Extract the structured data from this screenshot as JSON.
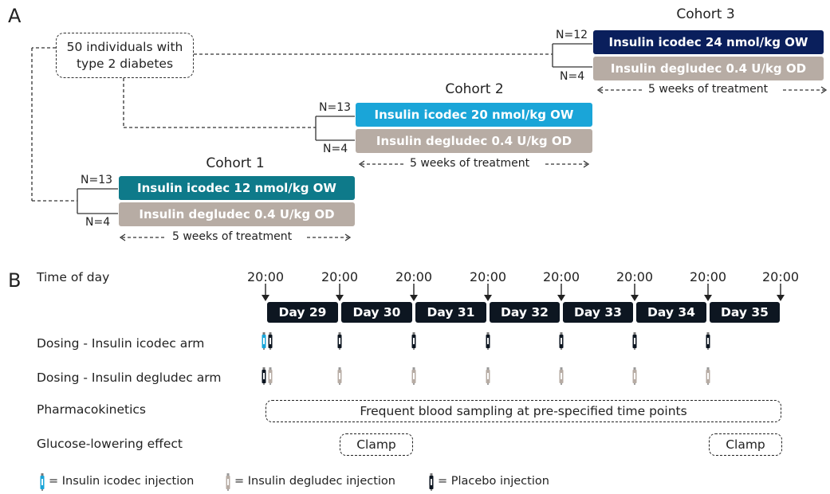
{
  "panel_a": {
    "letter": "A",
    "start_box": {
      "line1": "50 individuals with",
      "line2": "type 2 diabetes"
    },
    "cohorts": [
      {
        "title": "Cohort 1",
        "icodec_n": "N=13",
        "degludec_n": "N=4",
        "icodec_label": "Insulin icodec 12 nmol/kg OW",
        "icodec_color": "#0e7a8a",
        "degludec_label": "Insulin degludec 0.4 U/kg OD",
        "degludec_color": "#b7aca4",
        "weeks": "5 weeks of treatment"
      },
      {
        "title": "Cohort 2",
        "icodec_n": "N=13",
        "degludec_n": "N=4",
        "icodec_label": "Insulin icodec 20 nmol/kg OW",
        "icodec_color": "#1aa5d8",
        "degludec_label": "Insulin degludec 0.4 U/kg OD",
        "degludec_color": "#b7aca4",
        "weeks": "5 weeks of treatment"
      },
      {
        "title": "Cohort 3",
        "icodec_n": "N=12",
        "degludec_n": "N=4",
        "icodec_label": "Insulin icodec 24 nmol/kg OW",
        "icodec_color": "#0a1f5c",
        "degludec_label": "Insulin degludec 0.4 U/kg OD",
        "degludec_color": "#b7aca4",
        "weeks": "5 weeks of treatment"
      }
    ]
  },
  "panel_b": {
    "letter": "B",
    "row_labels": {
      "time_of_day": "Time of day",
      "dosing_icodec": "Dosing - Insulin icodec arm",
      "dosing_degludec": "Dosing - Insulin degludec arm",
      "pk": "Pharmacokinetics",
      "glucose": "Glucose-lowering effect"
    },
    "times": [
      "20:00",
      "20:00",
      "20:00",
      "20:00",
      "20:00",
      "20:00",
      "20:00",
      "20:00"
    ],
    "days": [
      "Day 29",
      "Day 30",
      "Day 31",
      "Day 32",
      "Day 33",
      "Day 34",
      "Day 35"
    ],
    "pk_text": "Frequent blood sampling at pre-specified time points",
    "clamp_labels": [
      "Clamp",
      "Clamp"
    ],
    "legend": {
      "icodec": "= Insulin icodec injection",
      "degludec": "= Insulin degludec injection",
      "placebo": "= Placebo injection"
    },
    "colors": {
      "icodec_pen": "#1aa5d8",
      "degludec_pen": "#b7aca4",
      "placebo_pen": "#0d1621",
      "day_box": "#0d1621"
    }
  }
}
